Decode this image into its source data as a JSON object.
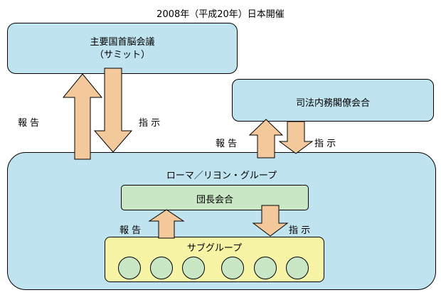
{
  "title": "2008年（平成20年）日本開催",
  "summit": {
    "line1": "主要国首脳会議",
    "line2": "（サミット）"
  },
  "justice": {
    "label": "司法内務閣僚会合"
  },
  "roma": {
    "label": "ローマ／リヨン・グループ"
  },
  "leaders": {
    "label": "団長会合"
  },
  "subgroup": {
    "label": "サブグループ",
    "circles": 6
  },
  "labels": {
    "report": "報 告",
    "instruct": "指 示"
  },
  "colors": {
    "blue": "#bfe3ef",
    "green": "#c9e7c5",
    "yellow": "#f7f5a5",
    "arrow": "#f3c89a"
  }
}
